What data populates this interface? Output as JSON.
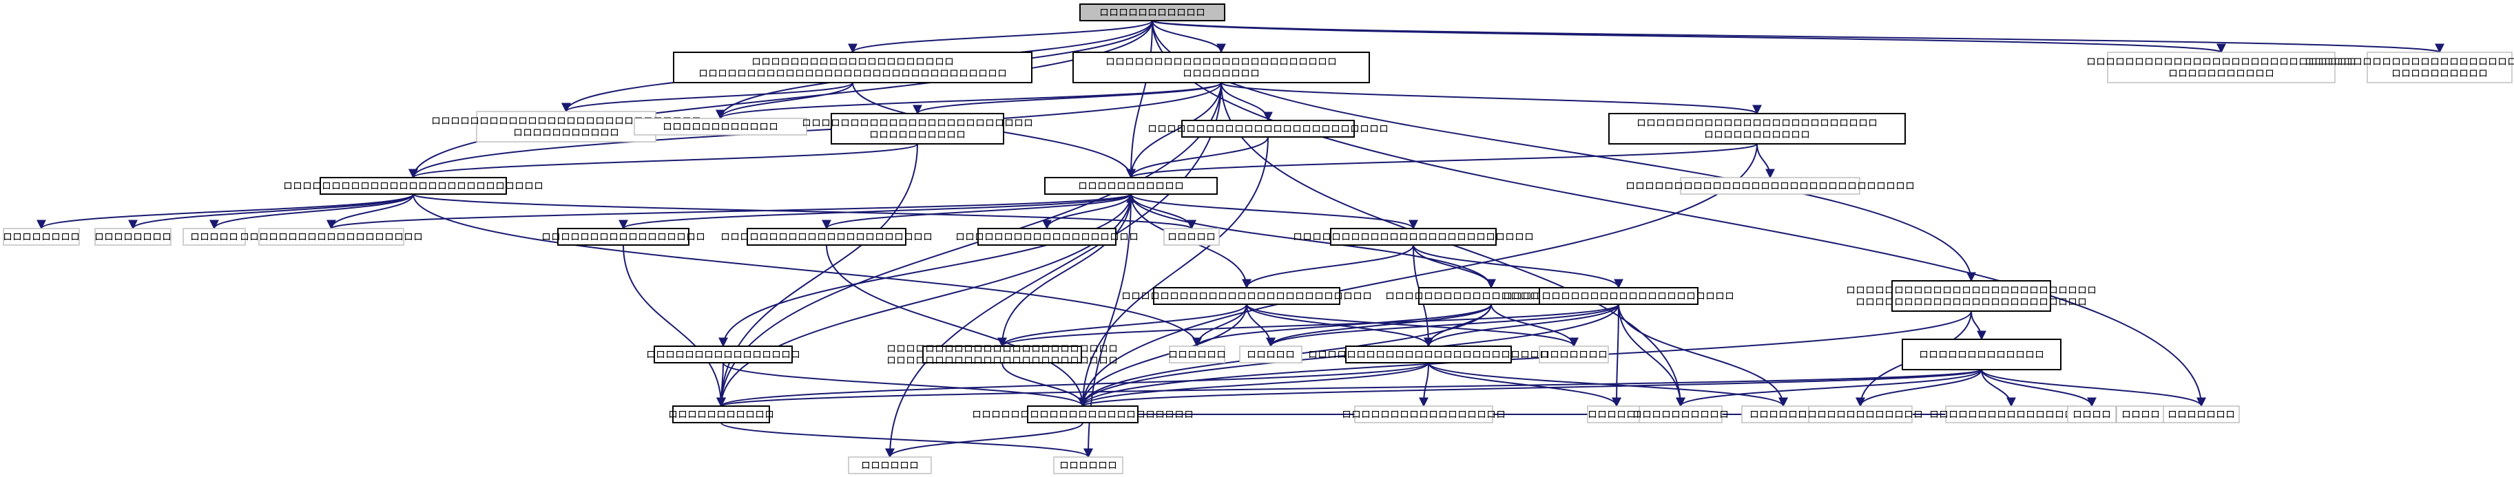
{
  "graph": {
    "nodes": [
      {
        "id": "root",
        "lines": [
          "ロロロロロロロロロロロ"
        ]
      },
      {
        "id": "n1",
        "lines": [
          "ロロロロロロロロロロロロロロロロロロロロロ",
          "ロロロロロロロロロロロロロロロロロロロロロロロロロロロロロロロロ"
        ]
      },
      {
        "id": "n2",
        "lines": [
          "ロロロロロロロロロロロロロロロロロロロロロロロロ",
          "ロロロロロロロロ"
        ]
      },
      {
        "id": "n3",
        "lines": [
          "ロロロロロロロロロロロロロロロロロロロロロロロロロ",
          "ロロロロロロロロロロロ"
        ]
      },
      {
        "id": "e1",
        "lines": [
          "ロロロロロロロロロロロロロロロロロロロロロロロロロロロロ",
          "ロロロロロロロロロロロ"
        ]
      },
      {
        "id": "e2",
        "lines": [
          "ロロロロロロロロロロロロロロロロロロロロロロロロロロロロ",
          "ロロロロロロロロロロ"
        ]
      },
      {
        "id": "e3",
        "lines": [
          "ロロロロロロロロロロロロロロロロロロロロロロロロロロロロ",
          "ロロロロロロロロロロロ"
        ]
      },
      {
        "id": "e4",
        "lines": [
          "ロロロロロロロロロロロロ"
        ]
      },
      {
        "id": "n4",
        "lines": [
          "ロロロロロロロロロロロロロロロロロロロロロロロロ",
          "ロロロロロロロロロロ"
        ]
      },
      {
        "id": "n5",
        "lines": [
          "ロロロロロロロロロロロロロロロロロロロロロロロロロ"
        ]
      },
      {
        "id": "e5",
        "lines": [
          "ロロロロロロロロロロロロロロロロロロロロロロロロロロロロロロ"
        ]
      },
      {
        "id": "n6",
        "lines": [
          "ロロロロロロロロロロロロロロロロロロロロロロロロロロロ"
        ]
      },
      {
        "id": "hub",
        "lines": [
          "ロロロロロロロロロロロ"
        ]
      },
      {
        "id": "e6",
        "lines": [
          "ロロロロロロロロ"
        ]
      },
      {
        "id": "e7",
        "lines": [
          "ロロロロロロロロ"
        ]
      },
      {
        "id": "e8",
        "lines": [
          "ロロロロロ"
        ]
      },
      {
        "id": "e9",
        "lines": [
          "ロロロロロロロロロロロロロロロロロロロ"
        ]
      },
      {
        "id": "n7",
        "lines": [
          "ロロロロロロロロロロロロロロロロロ"
        ]
      },
      {
        "id": "n8",
        "lines": [
          "ロロロロロロロロロロロロロロロロロロロロロロ"
        ]
      },
      {
        "id": "n9",
        "lines": [
          "ロロロロロロロロロロロロロロロロロロロ"
        ]
      },
      {
        "id": "e10",
        "lines": [
          "ロロロロロ"
        ]
      },
      {
        "id": "n10",
        "lines": [
          "ロロロロロロロロロロロロロロロロロロロロロロロロロ"
        ]
      },
      {
        "id": "n11",
        "lines": [
          "ロロロロロロロロロロロロロロロロロロロロロロロロロロ"
        ]
      },
      {
        "id": "n12",
        "lines": [
          "ロロロロロロロロロロロロロロロロロロロロロロ"
        ]
      },
      {
        "id": "n13",
        "lines": [
          "ロロロロロロロロロロロロロロロロロロロロロロロロ"
        ]
      },
      {
        "id": "n14",
        "lines": [
          "ロロロロロロロロロロロロロロロロロロロロロロロロ",
          "ロロロロロロロロロロロロロロロロロロロロロロロロ"
        ]
      },
      {
        "id": "e11",
        "lines": [
          "ロロロロロロ"
        ]
      },
      {
        "id": "e12",
        "lines": [
          "ロロロロロ"
        ]
      },
      {
        "id": "e13",
        "lines": [
          "ロロロロロロロ"
        ]
      },
      {
        "id": "n15",
        "lines": [
          "ロロロロロロロロロロロロロロロロロロロロロロロロロロ",
          "ロロロロロロロロロロロロロロロロロロロロロロロロ"
        ]
      },
      {
        "id": "n16",
        "lines": [
          "ロロロロロロロロロロロロロロロロ"
        ]
      },
      {
        "id": "n17",
        "lines": [
          "ロロロロロロロロロロロロロロロロロロロロロロロロロ"
        ]
      },
      {
        "id": "n18",
        "lines": [
          "ロロロロロロロロロロロロロロロロロロロロロロロ"
        ]
      },
      {
        "id": "n19",
        "lines": [
          "ロロロロロロロロロロロ"
        ]
      },
      {
        "id": "n20",
        "lines": [
          "ロロロロロロロロロロロロロ"
        ]
      },
      {
        "id": "e14",
        "lines": [
          "ロロロロロロロロロロロロロロロロロ"
        ]
      },
      {
        "id": "e15",
        "lines": [
          "ロロロロロロ"
        ]
      },
      {
        "id": "e16",
        "lines": [
          "ロロロロロロロ"
        ]
      },
      {
        "id": "e17",
        "lines": [
          "ロロロロロロロロロロロロロ"
        ]
      },
      {
        "id": "e18",
        "lines": [
          "ロロロロロロロロロロロロロロロロロ"
        ]
      },
      {
        "id": "e19",
        "lines": [
          "ロロロロ"
        ]
      },
      {
        "id": "e20",
        "lines": [
          "ロロロロ"
        ]
      },
      {
        "id": "e21",
        "lines": [
          "ロロロロロロロロロロ"
        ]
      },
      {
        "id": "e22",
        "lines": [
          "ロロロロロロロ"
        ]
      },
      {
        "id": "e23",
        "lines": [
          "ロロロロロロ"
        ]
      },
      {
        "id": "e24",
        "lines": [
          "ロロロロロロ"
        ]
      }
    ],
    "edges": [
      [
        "root",
        "n1"
      ],
      [
        "root",
        "n2"
      ],
      [
        "root",
        "e1"
      ],
      [
        "root",
        "e2"
      ],
      [
        "root",
        "e3"
      ],
      [
        "root",
        "e4"
      ],
      [
        "root",
        "n6"
      ],
      [
        "root",
        "hub"
      ],
      [
        "root",
        "n15"
      ],
      [
        "root",
        "e22"
      ],
      [
        "n1",
        "e3"
      ],
      [
        "n1",
        "e4"
      ],
      [
        "n1",
        "hub"
      ],
      [
        "n2",
        "n3"
      ],
      [
        "n2",
        "n4"
      ],
      [
        "n2",
        "n5"
      ],
      [
        "n2",
        "hub"
      ],
      [
        "n2",
        "e4"
      ],
      [
        "n2",
        "n6"
      ],
      [
        "n2",
        "n19"
      ],
      [
        "n2",
        "e21"
      ],
      [
        "n2",
        "e23"
      ],
      [
        "n3",
        "e5"
      ],
      [
        "n3",
        "hub"
      ],
      [
        "n3",
        "n18"
      ],
      [
        "n4",
        "n6"
      ],
      [
        "n4",
        "n19"
      ],
      [
        "n5",
        "hub"
      ],
      [
        "n5",
        "n18"
      ],
      [
        "n6",
        "e6"
      ],
      [
        "n6",
        "e7"
      ],
      [
        "n6",
        "e8"
      ],
      [
        "n6",
        "e9"
      ],
      [
        "n6",
        "e10"
      ],
      [
        "n6",
        "e11"
      ],
      [
        "hub",
        "n7"
      ],
      [
        "hub",
        "n8"
      ],
      [
        "hub",
        "n9"
      ],
      [
        "hub",
        "n10"
      ],
      [
        "hub",
        "n11"
      ],
      [
        "hub",
        "n12"
      ],
      [
        "hub",
        "n16"
      ],
      [
        "hub",
        "n19"
      ],
      [
        "hub",
        "e9"
      ],
      [
        "hub",
        "e10"
      ],
      [
        "hub",
        "e24"
      ],
      [
        "n7",
        "n19"
      ],
      [
        "n8",
        "n18"
      ],
      [
        "n10",
        "n11"
      ],
      [
        "n10",
        "n12"
      ],
      [
        "n10",
        "n13"
      ],
      [
        "n10",
        "n17"
      ],
      [
        "n11",
        "n14"
      ],
      [
        "n11",
        "n17"
      ],
      [
        "n11",
        "n18"
      ],
      [
        "n11",
        "e12"
      ],
      [
        "n11",
        "e13"
      ],
      [
        "n11",
        "e11"
      ],
      [
        "n12",
        "e11"
      ],
      [
        "n12",
        "e12"
      ],
      [
        "n12",
        "n17"
      ],
      [
        "n12",
        "n18"
      ],
      [
        "n12",
        "e13"
      ],
      [
        "n13",
        "n14"
      ],
      [
        "n13",
        "n17"
      ],
      [
        "n13",
        "n18"
      ],
      [
        "n13",
        "e12"
      ],
      [
        "n13",
        "e15"
      ],
      [
        "n13",
        "e16"
      ],
      [
        "n13",
        "e21"
      ],
      [
        "n14",
        "n18"
      ],
      [
        "n14",
        "hub"
      ],
      [
        "n15",
        "n20"
      ],
      [
        "n15",
        "n18"
      ],
      [
        "n15",
        "e17"
      ],
      [
        "n16",
        "n19"
      ],
      [
        "n16",
        "n18"
      ],
      [
        "n17",
        "n18"
      ],
      [
        "n17",
        "n19"
      ],
      [
        "n17",
        "e14"
      ],
      [
        "n17",
        "e15"
      ],
      [
        "n17",
        "e16"
      ],
      [
        "n18",
        "e20"
      ],
      [
        "n18",
        "e23"
      ],
      [
        "n19",
        "e24"
      ],
      [
        "n20",
        "n19"
      ],
      [
        "n20",
        "n18"
      ],
      [
        "n20",
        "e17"
      ],
      [
        "n20",
        "e18"
      ],
      [
        "n20",
        "e19"
      ],
      [
        "n20",
        "e22"
      ],
      [
        "n20",
        "e21"
      ]
    ]
  }
}
